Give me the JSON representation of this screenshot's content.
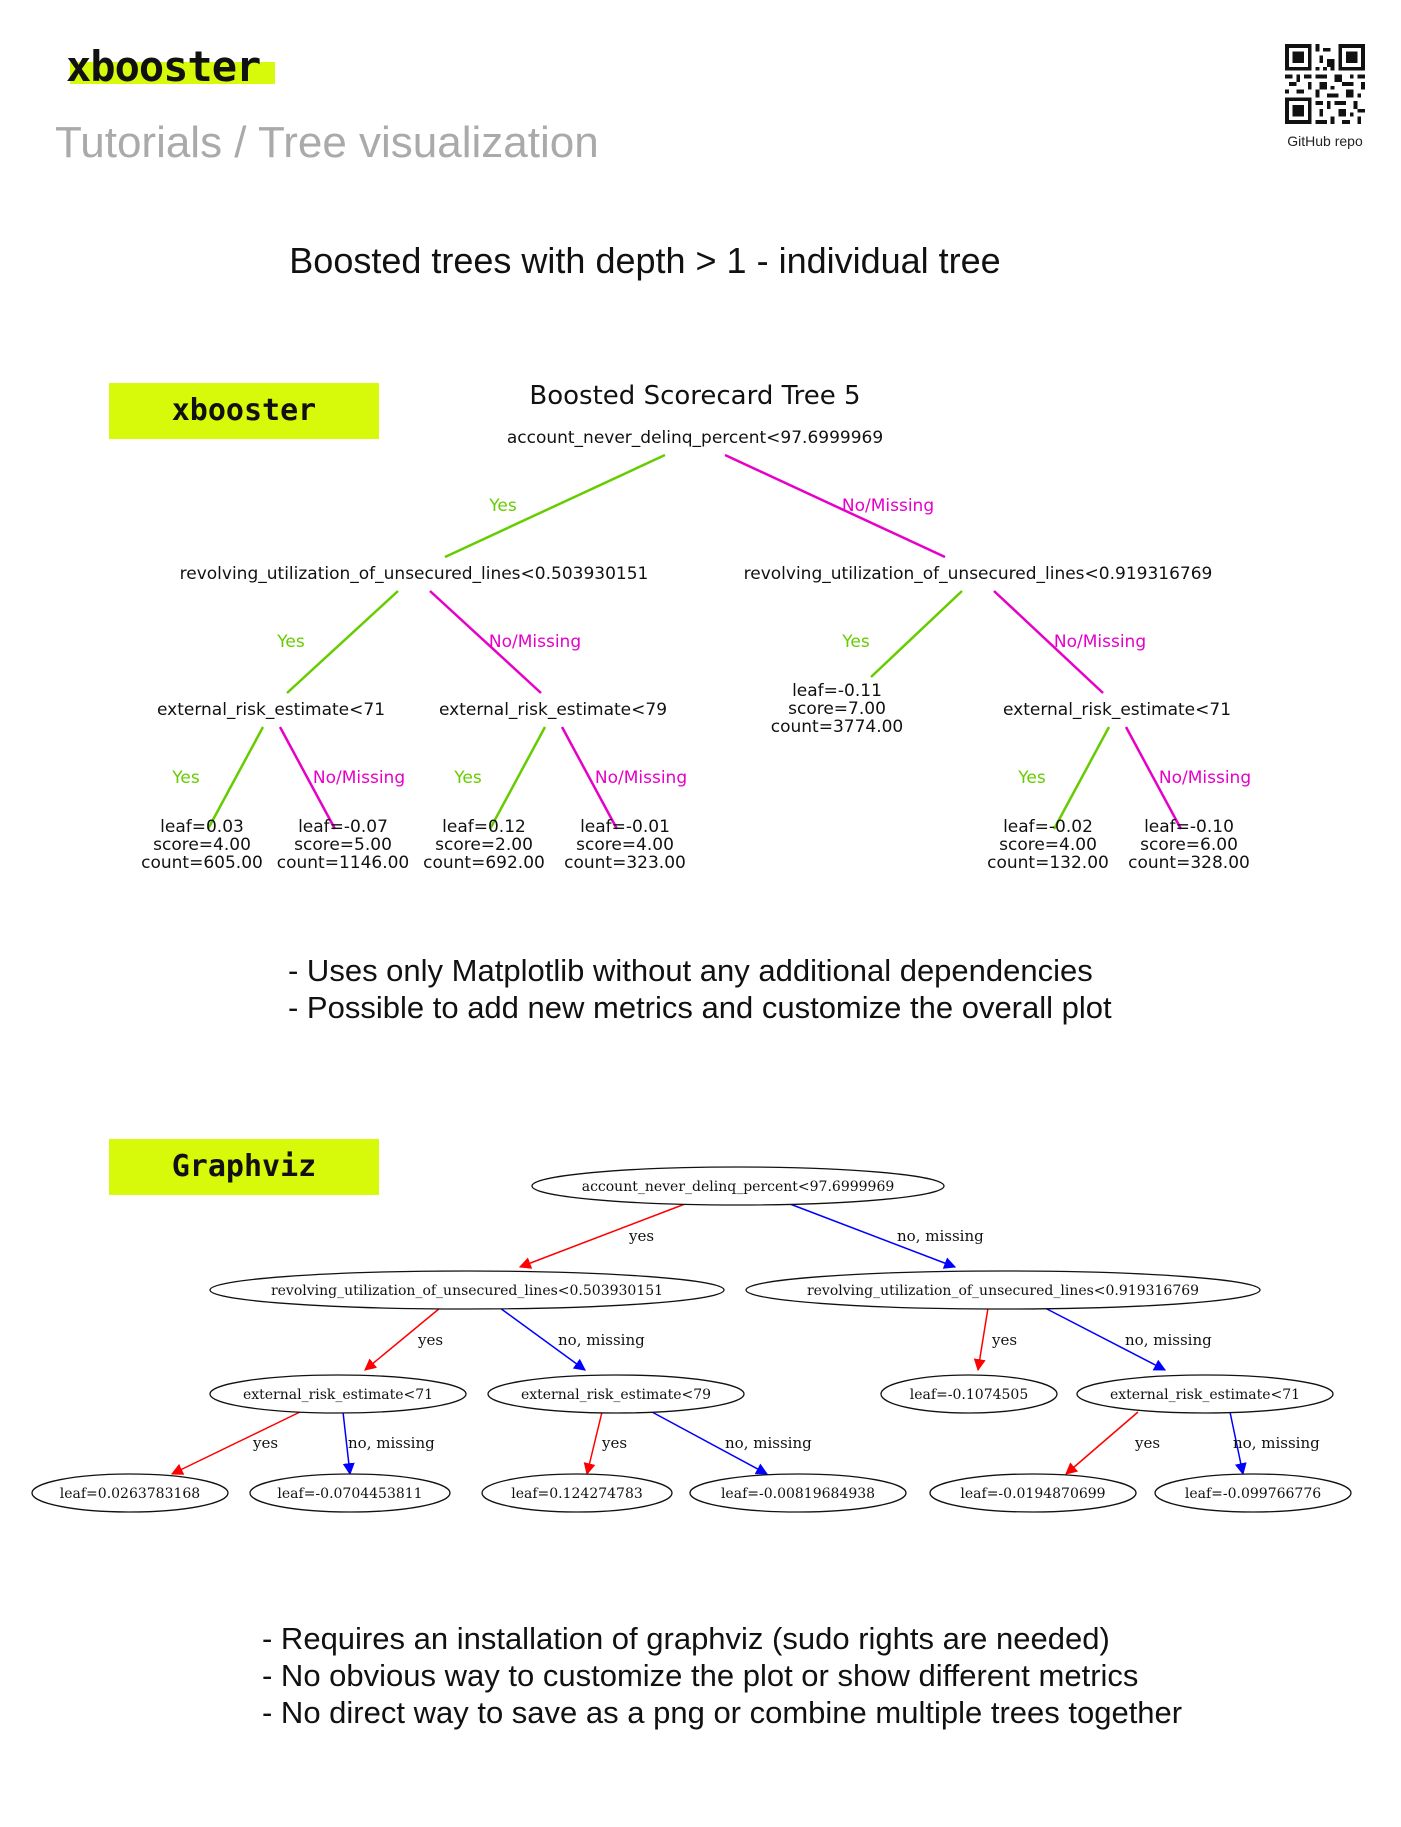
{
  "header": {
    "brand": "xbooster",
    "breadcrumb": "Tutorials / Tree visualization",
    "qr_label": "GitHub repo"
  },
  "section_title": "Boosted trees with depth > 1 - individual tree",
  "xbooster_panel": {
    "tag": "xbooster",
    "chart_title": "Boosted Scorecard Tree 5",
    "colors": {
      "yes": "#66cc00",
      "no": "#e600c8",
      "highlight": "#d7f90a"
    },
    "nodes": {
      "root": "account_never_delinq_percent<97.6999969",
      "l": "revolving_utilization_of_unsecured_lines<0.503930151",
      "r": "revolving_utilization_of_unsecured_lines<0.919316769",
      "ll": "external_risk_estimate<71",
      "lr": "external_risk_estimate<79",
      "rr": "external_risk_estimate<71"
    },
    "leaves": {
      "rl": [
        "leaf=-0.11",
        "score=7.00",
        "count=3774.00"
      ],
      "lll": [
        "leaf=0.03",
        "score=4.00",
        "count=605.00"
      ],
      "llr": [
        "leaf=-0.07",
        "score=5.00",
        "count=1146.00"
      ],
      "lrl": [
        "leaf=0.12",
        "score=2.00",
        "count=692.00"
      ],
      "lrr": [
        "leaf=-0.01",
        "score=4.00",
        "count=323.00"
      ],
      "rrl": [
        "leaf=-0.02",
        "score=4.00",
        "count=132.00"
      ],
      "rrr": [
        "leaf=-0.10",
        "score=6.00",
        "count=328.00"
      ]
    },
    "edge_labels": {
      "yes": "Yes",
      "no": "No/Missing"
    },
    "bullets": [
      "- Uses only Matplotlib without any additional dependencies",
      "- Possible to add new metrics and customize the overall plot"
    ]
  },
  "graphviz_panel": {
    "tag": "Graphviz",
    "colors": {
      "yes": "#ff0000",
      "no": "#0000ff"
    },
    "nodes": {
      "root": "account_never_delinq_percent<97.6999969",
      "l": "revolving_utilization_of_unsecured_lines<0.503930151",
      "r": "revolving_utilization_of_unsecured_lines<0.919316769",
      "ll": "external_risk_estimate<71",
      "lr": "external_risk_estimate<79",
      "rl": "leaf=-0.1074505",
      "rr": "external_risk_estimate<71",
      "lll": "leaf=0.0263783168",
      "llr": "leaf=-0.0704453811",
      "lrl": "leaf=0.124274783",
      "lrr": "leaf=-0.00819684938",
      "rrl": "leaf=-0.0194870699",
      "rrr": "leaf=-0.099766776"
    },
    "edge_labels": {
      "yes": "yes",
      "no": "no, missing"
    },
    "bullets": [
      "- Requires an installation of graphviz (sudo rights are needed)",
      "- No obvious way to customize the plot or show different metrics",
      "- No direct way to save as a png or combine multiple trees together"
    ]
  }
}
